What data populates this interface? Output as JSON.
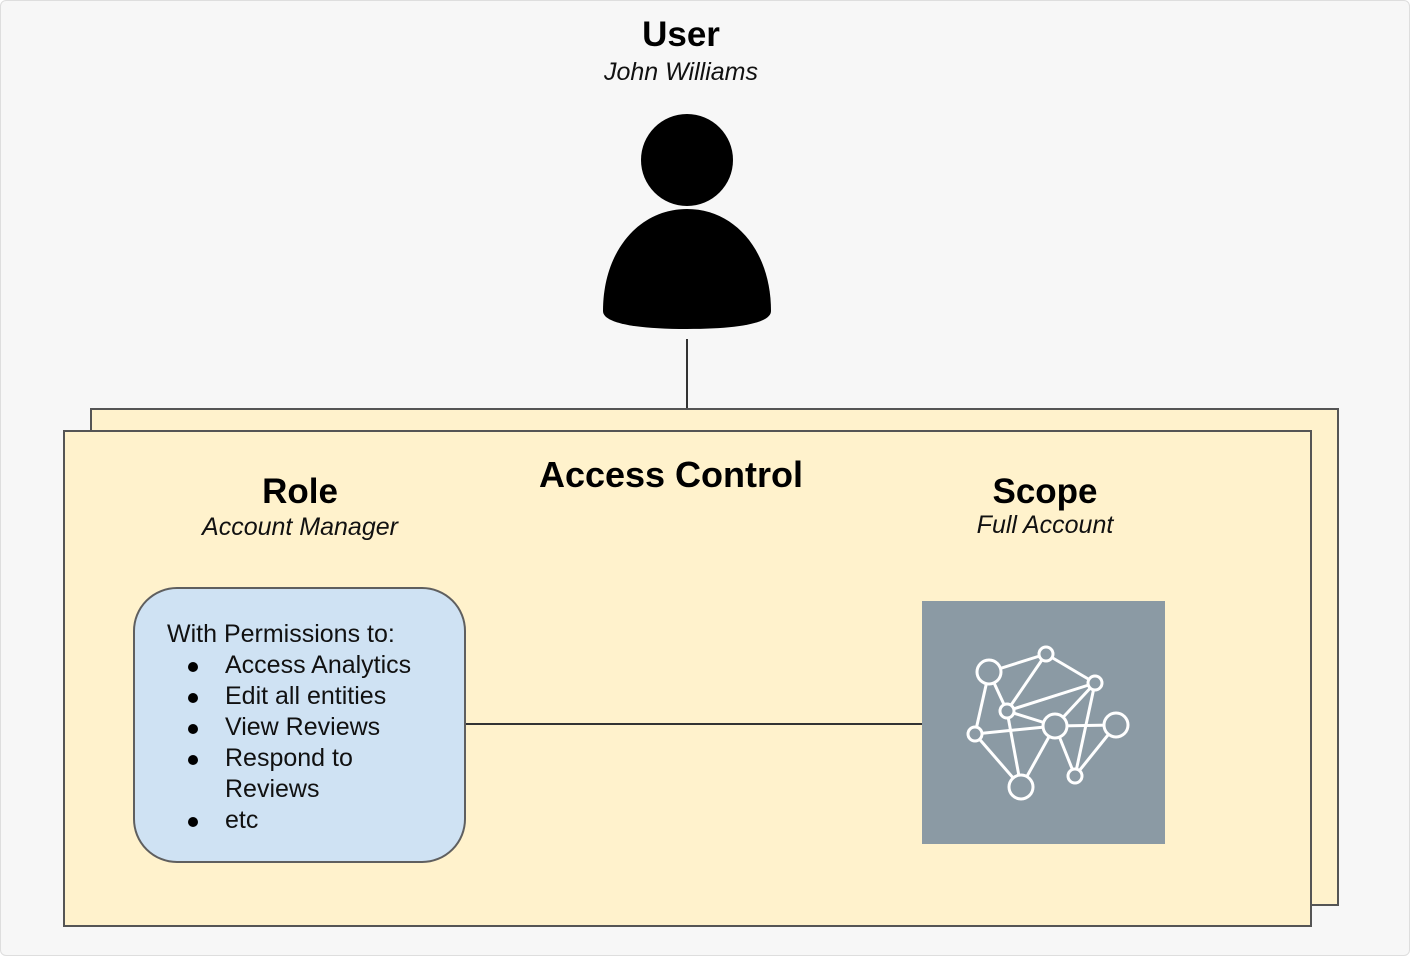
{
  "user": {
    "heading": "User",
    "name": "John Williams",
    "icon": "person-icon"
  },
  "access_control": {
    "title": "Access Control"
  },
  "role": {
    "heading": "Role",
    "name": "Account Manager",
    "permissions": {
      "intro": "With Permissions to:",
      "items": [
        "Access Analytics",
        "Edit all entities",
        "View Reviews",
        "Respond to Reviews",
        "etc"
      ]
    }
  },
  "scope": {
    "heading": "Scope",
    "name": "Full Account",
    "icon": "network-graph-icon"
  },
  "colors": {
    "panel_fill": "#fff2cc",
    "permission_box_fill": "#cfe2f3",
    "scope_tile_fill": "#8b9aa4",
    "background": "#f7f7f7"
  }
}
